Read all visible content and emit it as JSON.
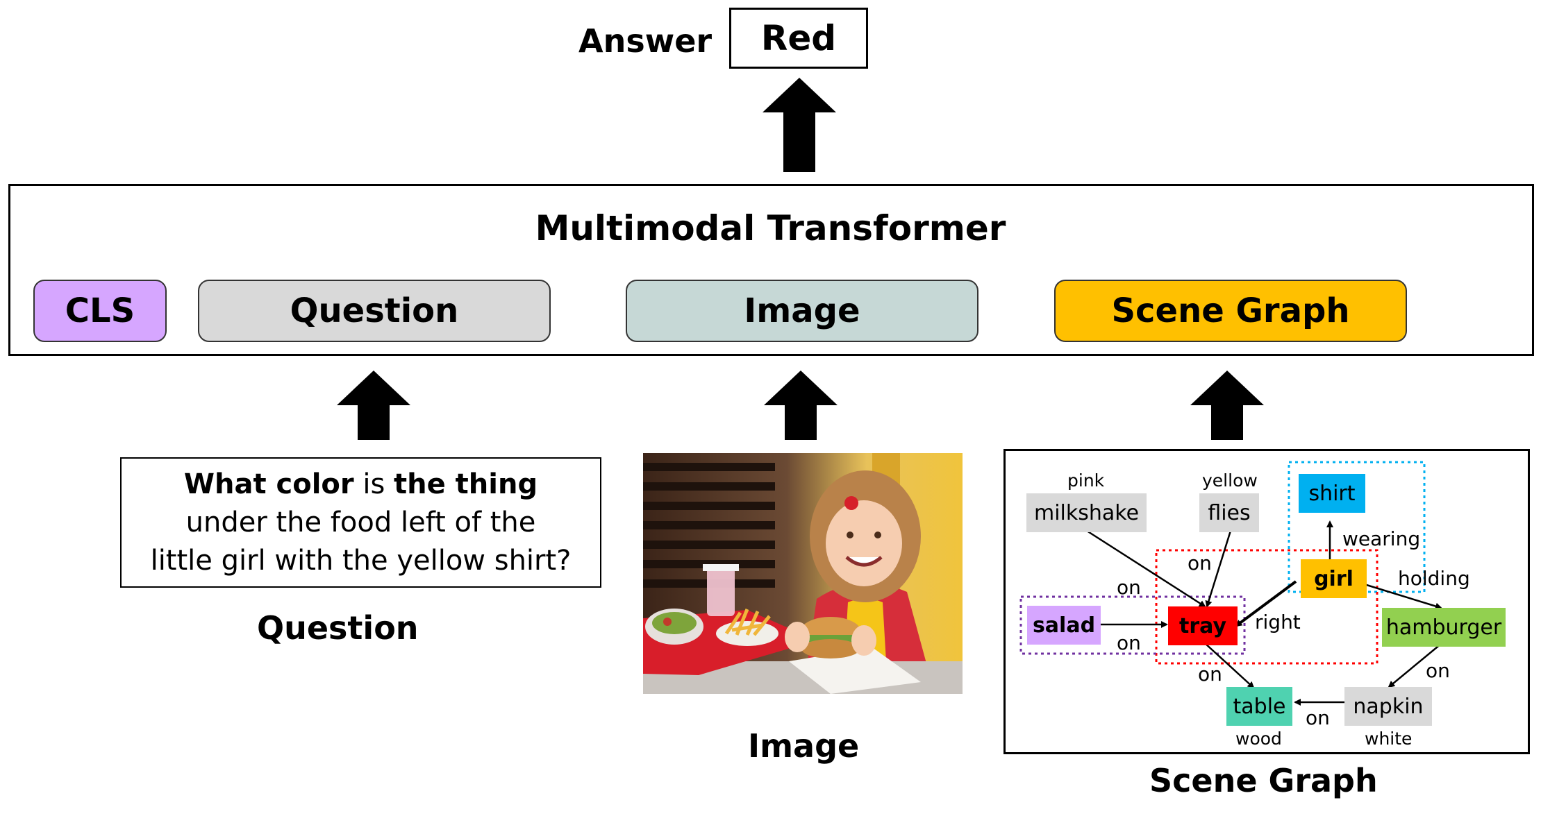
{
  "answer": {
    "label": "Answer",
    "value": "Red"
  },
  "transformer": {
    "title": "Multimodal Transformer",
    "tokens": {
      "cls": "CLS",
      "question": "Question",
      "image": "Image",
      "scene_graph": "Scene Graph"
    }
  },
  "question": {
    "line1": {
      "part1": "What color",
      "part2": " is ",
      "part3": "the thing"
    },
    "line2": "under the food left of the",
    "line3": "little girl with the yellow shirt?",
    "caption": "Question"
  },
  "image": {
    "caption": "Image"
  },
  "scene_graph": {
    "caption": "Scene Graph",
    "nodes": {
      "milkshake": "milkshake",
      "flies": "flies",
      "shirt": "shirt",
      "girl": "girl",
      "salad": "salad",
      "tray": "tray",
      "hamburger": "hamburger",
      "table": "table",
      "napkin": "napkin"
    },
    "attributes": {
      "milkshake": "pink",
      "flies": "yellow",
      "table": "wood",
      "napkin": "white"
    },
    "edges": {
      "flies_tray": "on",
      "milkshake_tray": "on",
      "salad_tray": "on",
      "girl_shirt": "wearing",
      "girl_hamburger": "holding",
      "girl_tray": "right",
      "tray_table": "on",
      "hamburger_napkin": "on",
      "napkin_table": "on"
    },
    "colors": {
      "gray": "#d9d9d9",
      "shirt": "#00b0f0",
      "girl": "#ffc000",
      "salad": "#d6a6ff",
      "tray": "#ff0000",
      "hamburger": "#92d050",
      "table": "#4fd2b0"
    }
  }
}
